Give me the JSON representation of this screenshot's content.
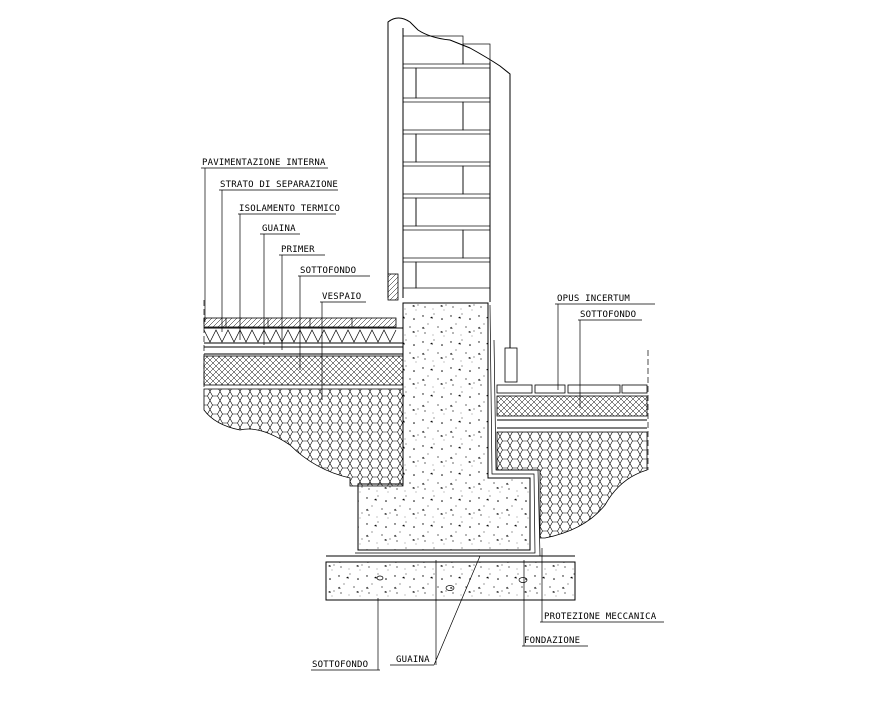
{
  "labels": {
    "pavimentazione_interna": "PAVIMENTAZIONE INTERNA",
    "strato_di_separazione": "STRATO DI SEPARAZIONE",
    "isolamento_termico": "ISOLAMENTO TERMICO",
    "guaina_top": "GUAINA",
    "primer": "PRIMER",
    "sottofondo_interno": "SOTTOFONDO",
    "vespaio": "VESPAIO",
    "opus_incertum": "OPUS INCERTUM",
    "sottofondo_esterno": "SOTTOFONDO",
    "protezione_meccanica": "PROTEZIONE MECCANICA",
    "fondazione": "FONDAZIONE",
    "guaina_bottom": "GUAINA",
    "sottofondo_bottom": "SOTTOFONDO"
  },
  "hatches": {
    "gravel": "vespaio-gravel",
    "concrete": "concrete-speckle",
    "insulation": "zigzag-insulation",
    "crosshatch": "screed-crosshatch",
    "brick": "brick-masonry"
  }
}
